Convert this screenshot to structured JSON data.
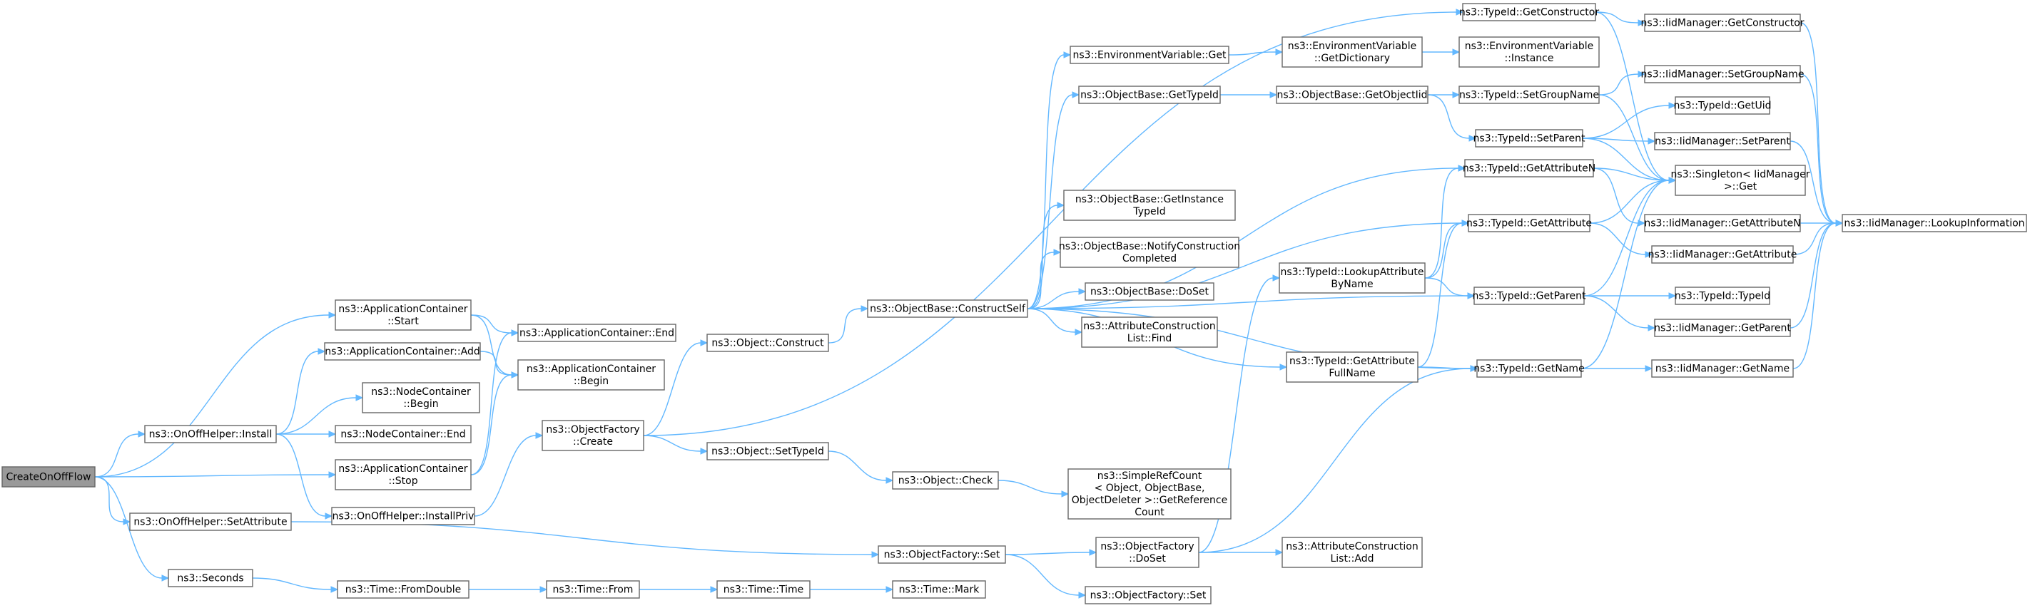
{
  "diagram": {
    "nodes": [
      {
        "id": "n0",
        "lines": [
          "CreateOnOffFlow"
        ],
        "root": true
      },
      {
        "id": "n1",
        "lines": [
          "ns3::ApplicationContainer",
          "::Start"
        ]
      },
      {
        "id": "n2",
        "lines": [
          "ns3::ApplicationContainer::Add"
        ]
      },
      {
        "id": "n3",
        "lines": [
          "ns3::OnOffHelper::Install"
        ]
      },
      {
        "id": "n4",
        "lines": [
          "ns3::ApplicationContainer",
          "::Stop"
        ]
      },
      {
        "id": "n5",
        "lines": [
          "ns3::OnOffHelper::SetAttribute"
        ]
      },
      {
        "id": "n6",
        "lines": [
          "ns3::Seconds"
        ]
      },
      {
        "id": "n7",
        "lines": [
          "ns3::ApplicationContainer::End"
        ]
      },
      {
        "id": "n8",
        "lines": [
          "ns3::ApplicationContainer",
          "::Begin"
        ]
      },
      {
        "id": "n9",
        "lines": [
          "ns3::NodeContainer",
          "::Begin"
        ]
      },
      {
        "id": "n10",
        "lines": [
          "ns3::NodeContainer::End"
        ]
      },
      {
        "id": "n11",
        "lines": [
          "ns3::OnOffHelper::InstallPriv"
        ]
      },
      {
        "id": "n12",
        "lines": [
          "ns3::ObjectFactory",
          "::Create"
        ]
      },
      {
        "id": "n13",
        "lines": [
          "ns3::Object::Construct"
        ]
      },
      {
        "id": "n14",
        "lines": [
          "ns3::Object::SetTypeId"
        ]
      },
      {
        "id": "n15",
        "lines": [
          "ns3::ObjectBase::ConstructSelf"
        ]
      },
      {
        "id": "n16",
        "lines": [
          "ns3::Object::Check"
        ]
      },
      {
        "id": "n17",
        "lines": [
          "ns3::Time::FromDouble"
        ]
      },
      {
        "id": "n18",
        "lines": [
          "ns3::Time::From"
        ]
      },
      {
        "id": "n19",
        "lines": [
          "ns3::Time::Time"
        ]
      },
      {
        "id": "n20",
        "lines": [
          "ns3::Time::Mark"
        ]
      },
      {
        "id": "n21",
        "lines": [
          "ns3::ObjectFactory::Set"
        ]
      },
      {
        "id": "n22",
        "lines": [
          "ns3::ObjectFactory",
          "::DoSet"
        ]
      },
      {
        "id": "n23",
        "lines": [
          "ns3::ObjectFactory::Set"
        ]
      },
      {
        "id": "n24",
        "lines": [
          "ns3::AttributeConstruction",
          "List::Add"
        ]
      },
      {
        "id": "n25",
        "lines": [
          "ns3::EnvironmentVariable::Get"
        ]
      },
      {
        "id": "n26",
        "lines": [
          "ns3::ObjectBase::GetTypeId"
        ]
      },
      {
        "id": "n27",
        "lines": [
          "ns3::ObjectBase::GetInstance",
          "TypeId"
        ]
      },
      {
        "id": "n28",
        "lines": [
          "ns3::ObjectBase::NotifyConstruction",
          "Completed"
        ]
      },
      {
        "id": "n29",
        "lines": [
          "ns3::ObjectBase::DoSet"
        ]
      },
      {
        "id": "n30",
        "lines": [
          "ns3::AttributeConstruction",
          "List::Find"
        ]
      },
      {
        "id": "n31",
        "lines": [
          "ns3::SimpleRefCount",
          "< Object, ObjectBase,",
          "ObjectDeleter >::GetReference",
          "Count"
        ]
      },
      {
        "id": "n32",
        "lines": [
          "ns3::EnvironmentVariable",
          "::GetDictionary"
        ]
      },
      {
        "id": "n33",
        "lines": [
          "ns3::EnvironmentVariable",
          "::Instance"
        ]
      },
      {
        "id": "n34",
        "lines": [
          "ns3::ObjectBase::GetObjectIid"
        ]
      },
      {
        "id": "n35",
        "lines": [
          "ns3::TypeId::LookupAttribute",
          "ByName"
        ]
      },
      {
        "id": "n36",
        "lines": [
          "ns3::TypeId::GetAttribute",
          "FullName"
        ]
      },
      {
        "id": "n37",
        "lines": [
          "ns3::TypeId::GetConstructor"
        ]
      },
      {
        "id": "n38",
        "lines": [
          "ns3::TypeId::SetGroupName"
        ]
      },
      {
        "id": "n39",
        "lines": [
          "ns3::TypeId::SetParent"
        ]
      },
      {
        "id": "n40",
        "lines": [
          "ns3::TypeId::GetAttributeN"
        ]
      },
      {
        "id": "n41",
        "lines": [
          "ns3::TypeId::GetAttribute"
        ]
      },
      {
        "id": "n42",
        "lines": [
          "ns3::TypeId::GetParent"
        ]
      },
      {
        "id": "n43",
        "lines": [
          "ns3::TypeId::GetName"
        ]
      },
      {
        "id": "n44",
        "lines": [
          "ns3::IidManager::GetConstructor"
        ]
      },
      {
        "id": "n45",
        "lines": [
          "ns3::IidManager::SetGroupName"
        ]
      },
      {
        "id": "n46",
        "lines": [
          "ns3::TypeId::GetUid"
        ]
      },
      {
        "id": "n47",
        "lines": [
          "ns3::IidManager::SetParent"
        ]
      },
      {
        "id": "n48",
        "lines": [
          "ns3::Singleton< IidManager",
          " >::Get"
        ]
      },
      {
        "id": "n49",
        "lines": [
          "ns3::IidManager::GetAttributeN"
        ]
      },
      {
        "id": "n50",
        "lines": [
          "ns3::IidManager::GetAttribute"
        ]
      },
      {
        "id": "n51",
        "lines": [
          "ns3::TypeId::TypeId"
        ]
      },
      {
        "id": "n52",
        "lines": [
          "ns3::IidManager::GetParent"
        ]
      },
      {
        "id": "n53",
        "lines": [
          "ns3::IidManager::GetName"
        ]
      },
      {
        "id": "n54",
        "lines": [
          "ns3::IidManager::LookupInformation"
        ]
      }
    ],
    "edges": [
      [
        "n0",
        "n1"
      ],
      [
        "n0",
        "n3"
      ],
      [
        "n0",
        "n4"
      ],
      [
        "n0",
        "n5"
      ],
      [
        "n0",
        "n6"
      ],
      [
        "n1",
        "n7"
      ],
      [
        "n1",
        "n8"
      ],
      [
        "n2",
        "n8"
      ],
      [
        "n3",
        "n2"
      ],
      [
        "n3",
        "n9"
      ],
      [
        "n3",
        "n10"
      ],
      [
        "n3",
        "n11"
      ],
      [
        "n4",
        "n7"
      ],
      [
        "n4",
        "n8"
      ],
      [
        "n5",
        "n21"
      ],
      [
        "n6",
        "n17"
      ],
      [
        "n11",
        "n12"
      ],
      [
        "n12",
        "n13"
      ],
      [
        "n12",
        "n14"
      ],
      [
        "n12",
        "n37"
      ],
      [
        "n13",
        "n15"
      ],
      [
        "n14",
        "n16"
      ],
      [
        "n15",
        "n25"
      ],
      [
        "n15",
        "n26"
      ],
      [
        "n15",
        "n27"
      ],
      [
        "n15",
        "n28"
      ],
      [
        "n15",
        "n29"
      ],
      [
        "n15",
        "n30"
      ],
      [
        "n15",
        "n36"
      ],
      [
        "n15",
        "n40"
      ],
      [
        "n15",
        "n41"
      ],
      [
        "n15",
        "n42"
      ],
      [
        "n15",
        "n43"
      ],
      [
        "n16",
        "n31"
      ],
      [
        "n17",
        "n18"
      ],
      [
        "n18",
        "n19"
      ],
      [
        "n19",
        "n20"
      ],
      [
        "n21",
        "n22"
      ],
      [
        "n21",
        "n23"
      ],
      [
        "n22",
        "n24"
      ],
      [
        "n22",
        "n35"
      ],
      [
        "n22",
        "n43"
      ],
      [
        "n25",
        "n32"
      ],
      [
        "n32",
        "n33"
      ],
      [
        "n26",
        "n34"
      ],
      [
        "n34",
        "n38"
      ],
      [
        "n34",
        "n39"
      ],
      [
        "n35",
        "n40"
      ],
      [
        "n35",
        "n41"
      ],
      [
        "n35",
        "n42"
      ],
      [
        "n36",
        "n41"
      ],
      [
        "n36",
        "n43"
      ],
      [
        "n37",
        "n44"
      ],
      [
        "n37",
        "n48"
      ],
      [
        "n38",
        "n45"
      ],
      [
        "n38",
        "n48"
      ],
      [
        "n39",
        "n46"
      ],
      [
        "n39",
        "n47"
      ],
      [
        "n39",
        "n48"
      ],
      [
        "n40",
        "n48"
      ],
      [
        "n40",
        "n49"
      ],
      [
        "n41",
        "n48"
      ],
      [
        "n41",
        "n50"
      ],
      [
        "n42",
        "n48"
      ],
      [
        "n42",
        "n51"
      ],
      [
        "n42",
        "n52"
      ],
      [
        "n43",
        "n48"
      ],
      [
        "n43",
        "n53"
      ],
      [
        "n44",
        "n54"
      ],
      [
        "n45",
        "n54"
      ],
      [
        "n47",
        "n54"
      ],
      [
        "n49",
        "n54"
      ],
      [
        "n50",
        "n54"
      ],
      [
        "n52",
        "n54"
      ],
      [
        "n53",
        "n54"
      ]
    ]
  },
  "colors": {
    "edge": "#63b8ff",
    "node_border": "#666666",
    "node_fill": "#ffffff",
    "root_fill": "#999999",
    "text": "#000000"
  }
}
